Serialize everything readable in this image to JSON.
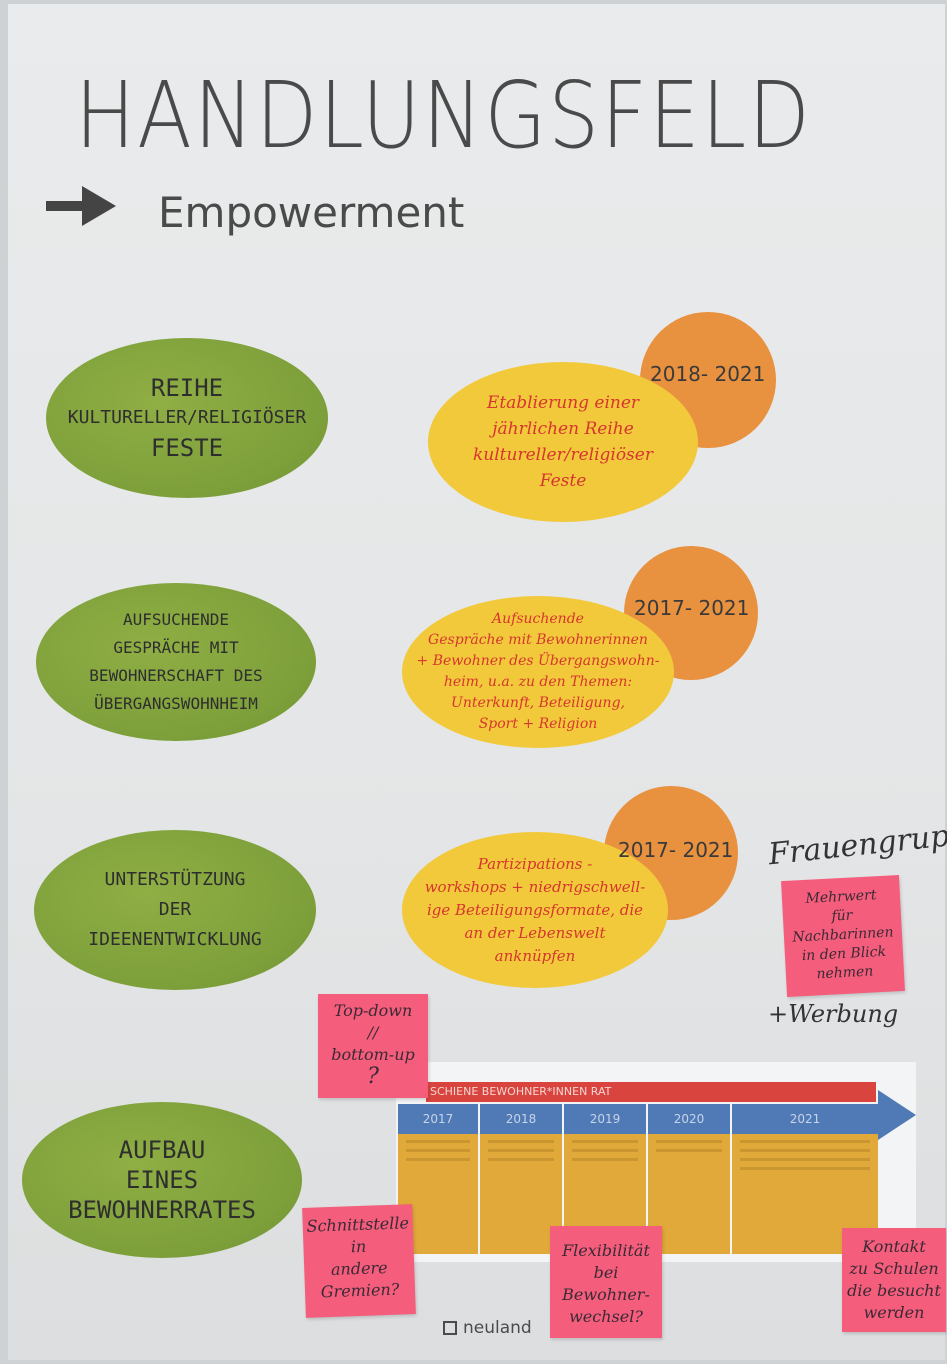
{
  "title": "HANDLUNGSFELD",
  "subtitle": "Empowerment",
  "rows": [
    {
      "green": [
        "REIHE",
        "KULTURELLER/RELIGIÖSER",
        "FESTE"
      ],
      "year": "2018- 2021",
      "yellow": [
        "Etablierung einer",
        "jährlichen Reihe",
        "kultureller/religiöser",
        "Feste"
      ]
    },
    {
      "green": [
        "AUFSUCHENDE",
        "GESPRÄCHE MIT",
        "BEWOHNERSCHAFT DES",
        "ÜBERGANGSWOHNHEIM"
      ],
      "year": "2017- 2021",
      "yellow": [
        "Aufsuchende",
        "Gespräche mit Bewohnerinnen",
        "+ Bewohner des Übergangswohn-",
        "heim, u.a. zu den Themen:",
        "Unterkunft, Beteiligung,",
        "Sport + Religion"
      ]
    },
    {
      "green": [
        "UNTERSTÜTZUNG",
        "DER",
        "IDEENENTWICKLUNG"
      ],
      "year": "2017- 2021",
      "yellow": [
        "Partizipations -",
        "workshops + niedrigschwell-",
        "ige Beteiligungsformate, die",
        "an der Lebenswelt",
        "anknüpfen"
      ]
    },
    {
      "green": [
        "AUFBAU",
        "EINES",
        "BEWOHNERRATES"
      ]
    }
  ],
  "notes": {
    "frauengruppe_heading": "Frauengruppe",
    "mehrwert": [
      "Mehrwert",
      "für",
      "Nachbarinnen",
      "in den Blick",
      "nehmen"
    ],
    "werbung": "+Werbung",
    "topdown": [
      "Top-down",
      "//",
      "bottom-up",
      "?"
    ],
    "schnittstelle": [
      "Schnittstelle",
      "in",
      "andere",
      "Gremien?"
    ],
    "flexibilitaet": [
      "Flexibilität",
      "bei",
      "Bewohner-",
      "wechsel?"
    ],
    "kontakt": [
      "Kontakt",
      "zu Schulen",
      "die besucht",
      "werden"
    ]
  },
  "poster": {
    "banner": "SCHIENE BEWOHNER*INNEN RAT",
    "years": [
      "2017",
      "2018",
      "2019",
      "2020",
      "2021"
    ]
  },
  "logo": "neuland",
  "colors": {
    "green": "#7d9f3a",
    "orange": "#e8913f",
    "yellow": "#f2c93b",
    "pink": "#f45d7c",
    "red_text": "#d6362f"
  }
}
